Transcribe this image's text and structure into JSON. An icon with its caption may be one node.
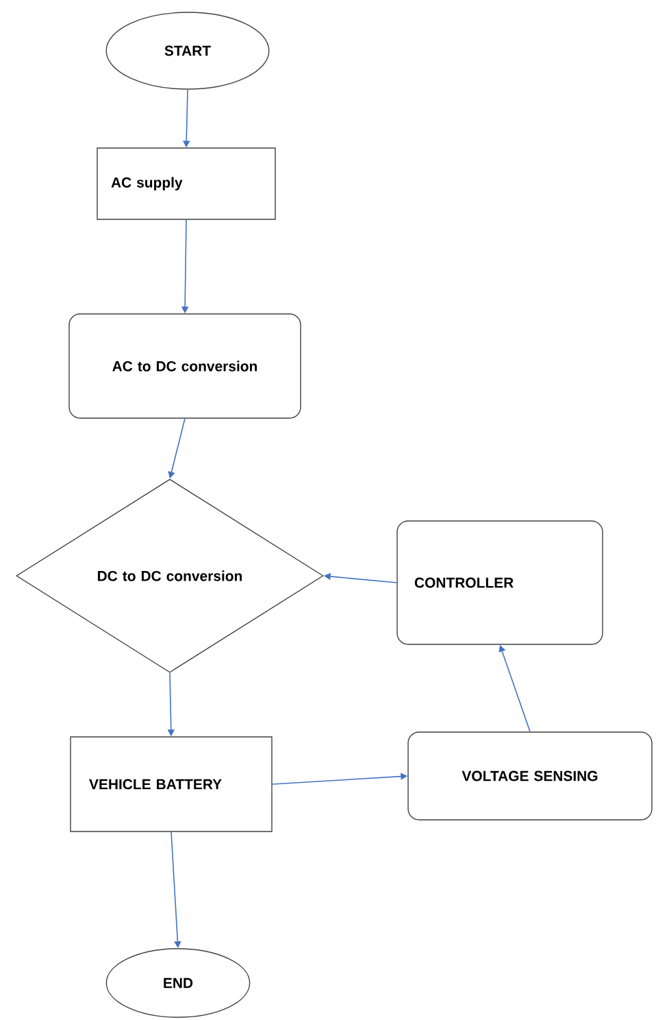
{
  "diagram": {
    "nodes": [
      {
        "text": [
          "START"
        ]
      },
      {
        "text": [
          "AC supply"
        ]
      },
      {
        "text": [
          "AC to DC conversion"
        ]
      },
      {
        "text": [
          "DC to DC conversion"
        ]
      },
      {
        "text": [
          "CONTROLLER"
        ]
      },
      {
        "text": [
          "VEHICLE BATTERY"
        ]
      },
      {
        "text": [
          "VOLTAGE SENSING"
        ]
      },
      {
        "text": [
          "END"
        ]
      }
    ],
    "edges": [
      {
        "from": 0,
        "to": 1,
        "arrow": "to"
      },
      {
        "from": 1,
        "to": 2,
        "arrow": "to"
      },
      {
        "from": 2,
        "to": 3,
        "arrow": "to"
      },
      {
        "from": 4,
        "to": 3,
        "arrow": "to"
      },
      {
        "from": 3,
        "to": 5,
        "arrow": "to"
      },
      {
        "from": 5,
        "to": 6,
        "arrow": "to"
      },
      {
        "from": 6,
        "to": 4,
        "arrow": "to"
      },
      {
        "from": 5,
        "to": 7,
        "arrow": "to"
      }
    ]
  }
}
